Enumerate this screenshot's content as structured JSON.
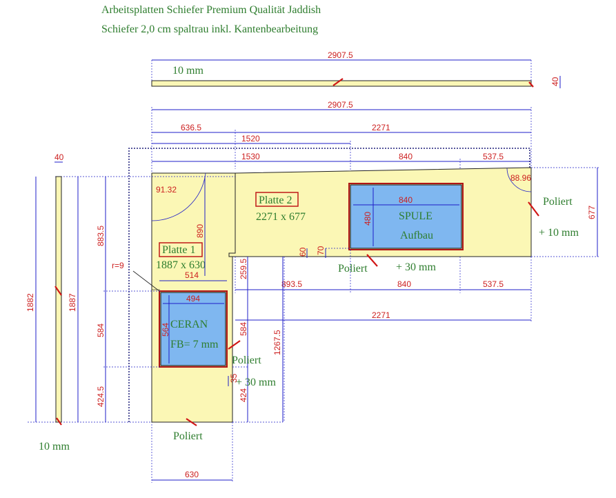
{
  "header": {
    "line1": "Arbeitsplatten Schiefer Premium Qualität Jaddish",
    "line2": "Schiefer 2,0 cm spaltrau inkl. Kantenbearbeitung"
  },
  "labels": {
    "strip_top_thickness": "10 mm",
    "strip_left_thickness": "10 mm",
    "platte1_name": "Platte 1",
    "platte1_size": "1887 x 630",
    "platte2_name": "Platte 2",
    "platte2_size": "2271 x 677",
    "spule_line1": "SPULE",
    "spule_line2": "Aufbau",
    "ceran_line1": "CERAN",
    "ceran_line2": "FB= 7 mm",
    "poliert_right": "Poliert",
    "poliert_mid": "Poliert",
    "poliert_left_inner": "Poliert",
    "poliert_bottom": "Poliert",
    "plus_10": "+ 10 mm",
    "plus_30_mid": "+ 30 mm",
    "plus_30_left": "+ 30 mm",
    "radius": "r=9"
  },
  "dims": {
    "top_strip_length": "2907.5",
    "top_strip_height": "40",
    "overall_length": "2907.5",
    "d636": "636.5",
    "d2271_top": "2271",
    "d1520": "1520",
    "d1530": "1530",
    "d840_top": "840",
    "d537_top": "537.5",
    "angle_left": "91.32",
    "angle_right": "88.96",
    "d677": "677",
    "spule_width": "840",
    "spule_height": "480",
    "d883": "883.5",
    "d890": "890",
    "d60": "60",
    "d70": "70",
    "d514": "514",
    "d494": "494",
    "d259": "259.5",
    "d893": "893.5",
    "d840_mid": "840",
    "d537_mid": "537.5",
    "d2271_mid": "2271",
    "d564": "564",
    "d584_left": "584",
    "d584_inner": "584",
    "d424_left": "424.5",
    "d424_inner": "424",
    "d1267": "1267.5",
    "d35": "35",
    "d1882": "1882",
    "d1887": "1887",
    "left_strip_width": "40",
    "bottom_width": "630"
  },
  "colors": {
    "slab": "#fbf7b5",
    "cutout": "#7fb7f0",
    "dimension_text": "#cc1f1f",
    "dimension_line": "#1e1ec8",
    "label_text": "#2e7d2e"
  }
}
